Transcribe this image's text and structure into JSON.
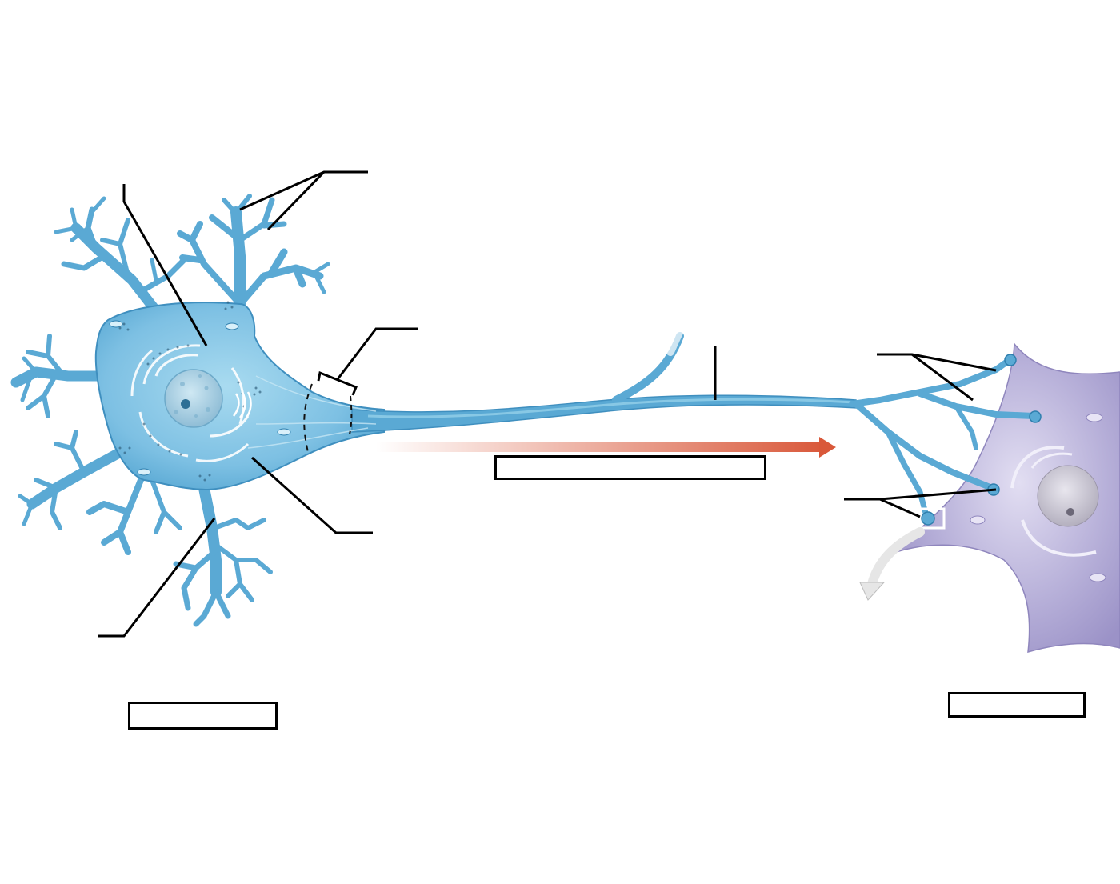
{
  "diagram": {
    "colors": {
      "neuron": "#5aa9d4",
      "neuron_light": "#93cfe9",
      "neuron_dark": "#2f7fae",
      "nucleus": "#9cc8de",
      "target_cell": "#a59ccc",
      "target_cell_light": "#d6d1ea",
      "signal_arrow": "#d9583a",
      "leader_line": "#000000",
      "box_border": "#000000"
    },
    "answer_boxes": [
      {
        "id": "signal-direction",
        "text": ""
      },
      {
        "id": "presynaptic-cell",
        "text": ""
      },
      {
        "id": "postsynaptic-cell",
        "text": ""
      }
    ],
    "leader_lines": [
      {
        "id": "nucleus"
      },
      {
        "id": "dendrites"
      },
      {
        "id": "axon-hillock"
      },
      {
        "id": "axon"
      },
      {
        "id": "synaptic-terminals"
      },
      {
        "id": "synapse"
      },
      {
        "id": "cell-body"
      },
      {
        "id": "organelles"
      }
    ]
  }
}
